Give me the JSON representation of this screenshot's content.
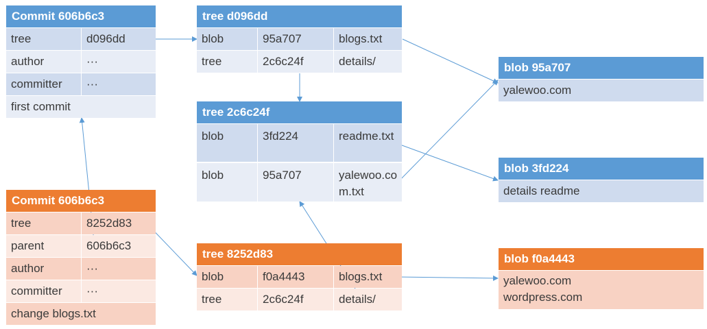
{
  "colors": {
    "blue": "#5b9bd5",
    "orange": "#ed7d31",
    "line": "#5b9bd5"
  },
  "commit1": {
    "title": "Commit 606b6c3",
    "rows": [
      [
        "tree",
        "d096dd"
      ],
      [
        "author",
        "···"
      ],
      [
        "committer",
        "···"
      ]
    ],
    "message": "first commit"
  },
  "commit2": {
    "title": "Commit 606b6c3",
    "rows": [
      [
        "tree",
        "8252d83"
      ],
      [
        "parent",
        "606b6c3"
      ],
      [
        "author",
        "···"
      ],
      [
        "committer",
        "···"
      ]
    ],
    "message": "change blogs.txt"
  },
  "tree_d096dd": {
    "title": "tree d096dd",
    "rows": [
      [
        "blob",
        "95a707",
        "blogs.txt"
      ],
      [
        "tree",
        "2c6c24f",
        "details/"
      ]
    ]
  },
  "tree_2c6c24f": {
    "title": "tree 2c6c24f",
    "rows": [
      [
        "blob",
        "3fd224",
        "readme.txt"
      ],
      [
        "blob",
        "95a707",
        "yalewoo.com.txt"
      ]
    ]
  },
  "tree_8252d83": {
    "title": "tree 8252d83",
    "rows": [
      [
        "blob",
        "f0a4443",
        "blogs.txt"
      ],
      [
        "tree",
        "2c6c24f",
        "details/"
      ]
    ]
  },
  "blob_95a707": {
    "title": "blob 95a707",
    "content": "yalewoo.com"
  },
  "blob_3fd224": {
    "title": "blob 3fd224",
    "content": "details readme"
  },
  "blob_f0a4443": {
    "title": "blob f0a4443",
    "content_lines": [
      "yalewoo.com",
      "wordpress.com"
    ]
  }
}
